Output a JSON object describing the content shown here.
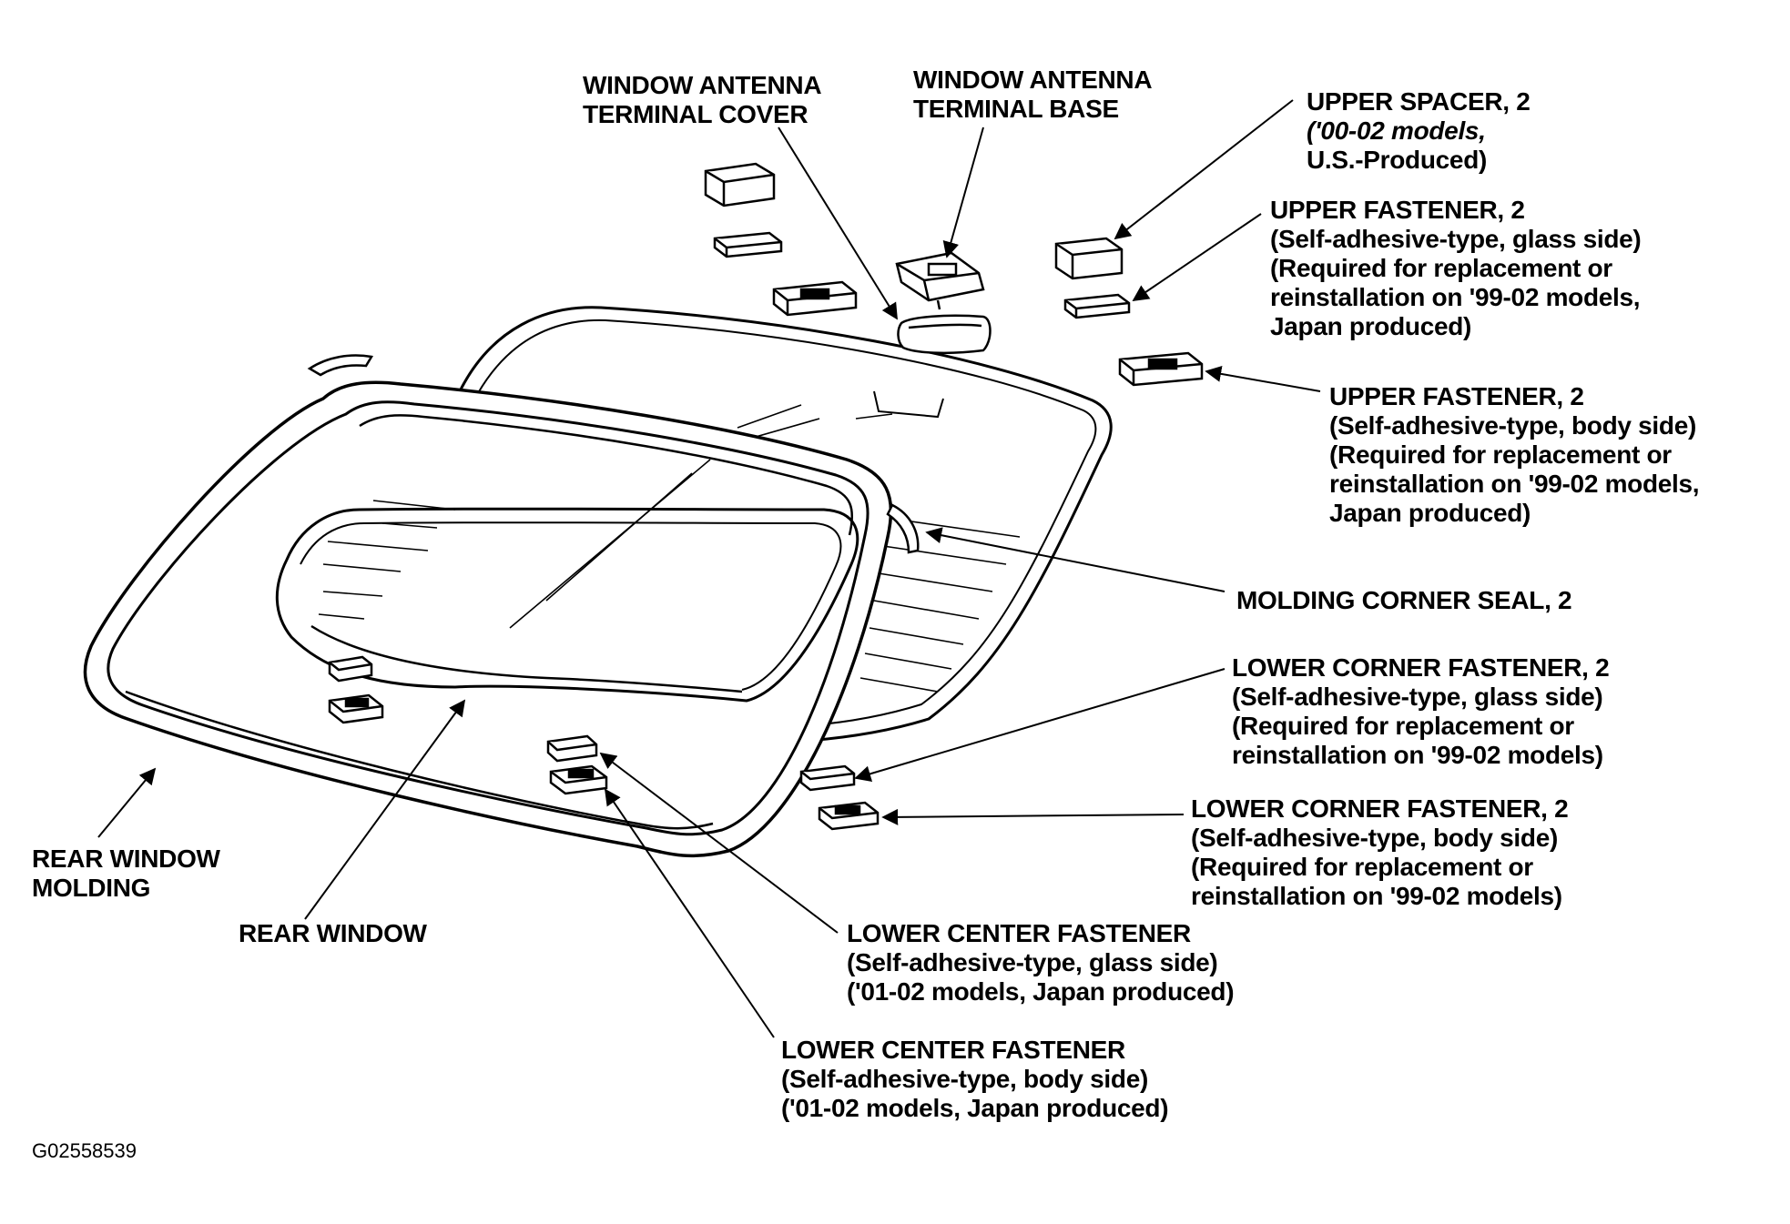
{
  "figure_code": "G02558539",
  "labels": {
    "antenna_cover": {
      "line1": "WINDOW ANTENNA",
      "line2": "TERMINAL COVER"
    },
    "antenna_base": {
      "line1": "WINDOW ANTENNA",
      "line2": "TERMINAL BASE"
    },
    "upper_spacer": {
      "title": "UPPER SPACER, 2",
      "sub1": "('00-02 models,",
      "sub2": "U.S.-Produced)"
    },
    "upper_fastener_glass": {
      "title": "UPPER FASTENER, 2",
      "sub1": "(Self-adhesive-type, glass side)",
      "sub2": "(Required for replacement or",
      "sub3": "reinstallation on '99-02 models,",
      "sub4": "Japan produced)"
    },
    "upper_fastener_body": {
      "title": "UPPER FASTENER, 2",
      "sub1": "(Self-adhesive-type, body side)",
      "sub2": "(Required for replacement or",
      "sub3": "reinstallation on '99-02 models,",
      "sub4": "Japan produced)"
    },
    "corner_seal": {
      "title": "MOLDING CORNER SEAL, 2"
    },
    "lower_corner_glass": {
      "title": "LOWER CORNER FASTENER, 2",
      "sub1": "(Self-adhesive-type, glass side)",
      "sub2": "(Required for replacement or",
      "sub3": "reinstallation on '99-02 models)"
    },
    "lower_corner_body": {
      "title": "LOWER CORNER FASTENER, 2",
      "sub1": "(Self-adhesive-type, body side)",
      "sub2": "(Required for replacement or",
      "sub3": "reinstallation on '99-02 models)"
    },
    "rear_window_molding": {
      "line1": "REAR WINDOW",
      "line2": "MOLDING"
    },
    "rear_window": {
      "title": "REAR WINDOW"
    },
    "lower_center_glass": {
      "title": "LOWER CENTER FASTENER",
      "sub1": "(Self-adhesive-type, glass side)",
      "sub2": "('01-02 models, Japan produced)"
    },
    "lower_center_body": {
      "title": "LOWER CENTER FASTENER",
      "sub1": "(Self-adhesive-type, body side)",
      "sub2": "('01-02 models, Japan produced)"
    }
  }
}
